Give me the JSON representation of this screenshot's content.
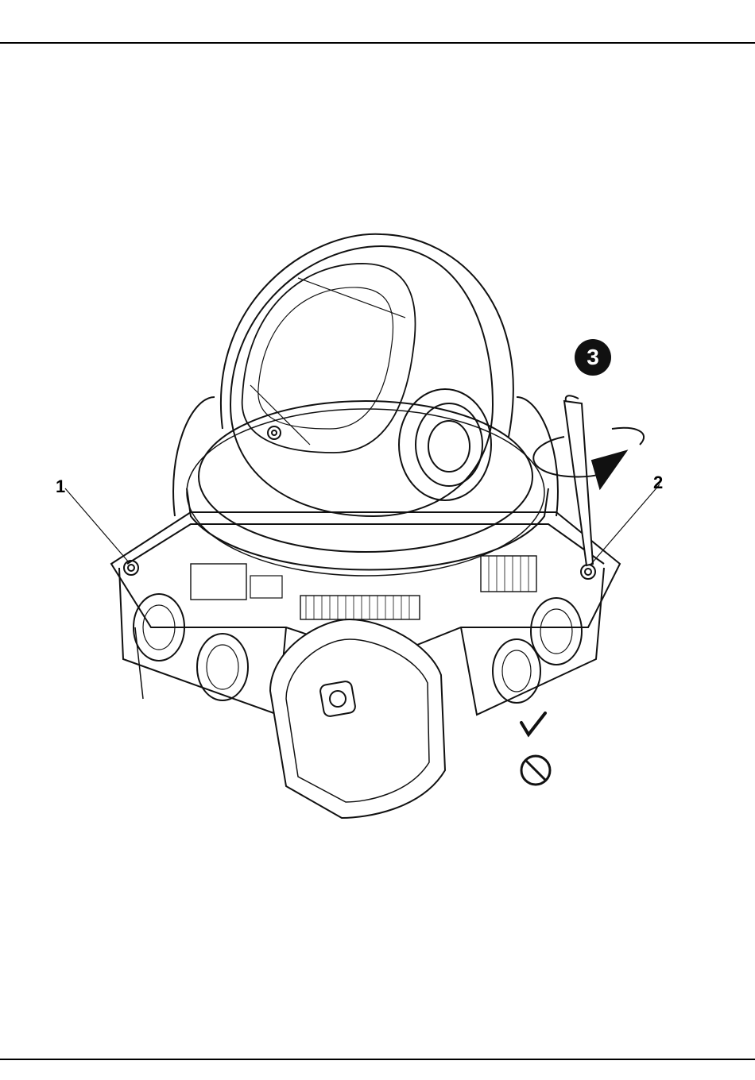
{
  "figure": {
    "callouts": [
      "1",
      "2"
    ],
    "step_number": "3",
    "icons": {
      "wrench": "allen-key-icon",
      "rotate": "rotate-arrow-icon",
      "ok": "check-mark-icon",
      "forbidden": "prohibited-icon"
    }
  }
}
